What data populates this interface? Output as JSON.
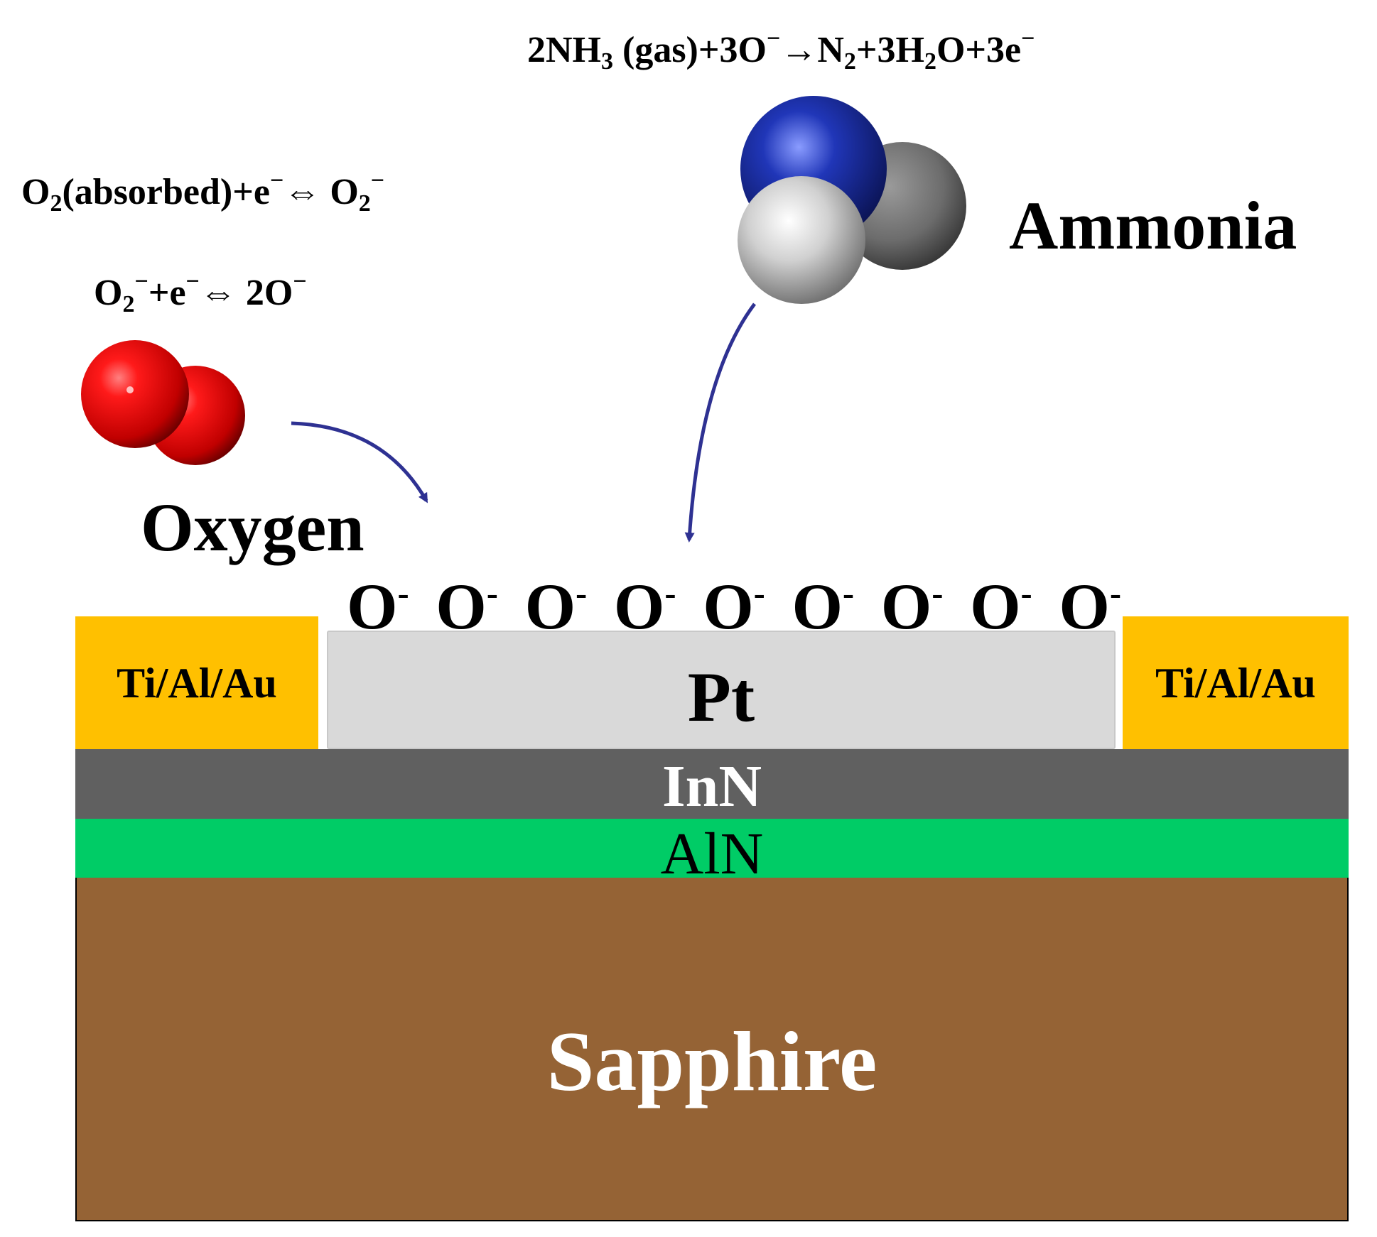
{
  "equations": {
    "ammonia_reaction": {
      "a": "2NH",
      "a_sub": "3",
      "b": " (gas)+3O",
      "b_sup": "−",
      "c": "→N",
      "c_sub": "2",
      "d": "+3H",
      "d_sub": "2",
      "e": "O+3e",
      "e_sup": "−"
    },
    "oxygen_adsorption": {
      "a": "O",
      "a_sub": "2",
      "b": "(absorbed)+e",
      "b_sup": "−",
      "c": "⇔ O",
      "c_sub": "2",
      "c_sup": "−"
    },
    "oxygen_ionization": {
      "a": "O",
      "a_sub": "2",
      "a_sup": "−",
      "b": "+e",
      "b_sup": "−",
      "c": "⇔ 2O",
      "c_sup": "−"
    }
  },
  "molecules": {
    "ammonia_label": "Ammonia",
    "oxygen_label": "Oxygen"
  },
  "surface_ions": {
    "ion": "O",
    "charge": "-",
    "count": 9
  },
  "layers": {
    "contact_left": "Ti/Al/Au",
    "contact_right": "Ti/Al/Au",
    "gate": "Pt",
    "channel": "InN",
    "buffer": "AlN",
    "substrate": "Sapphire"
  },
  "colors": {
    "contact": "#ffc000",
    "gate": "#d9d9d9",
    "channel": "#606060",
    "buffer": "#00cc66",
    "substrate": "#956335",
    "arrow": "#2e3192",
    "oxygen_atom": "#e00000",
    "nitrogen_atom": "#1a2a9a",
    "hydrogen_atom": "#c8c8c8"
  }
}
